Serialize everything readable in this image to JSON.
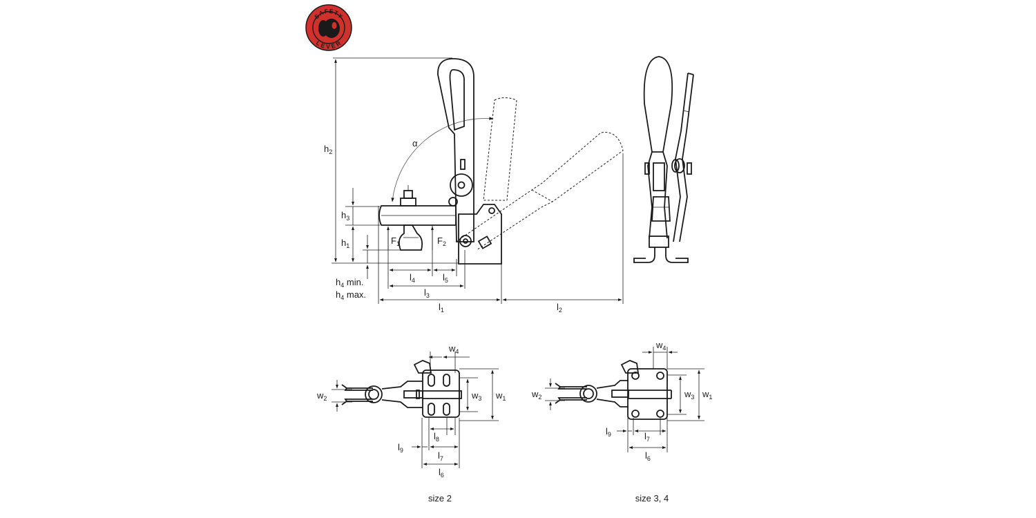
{
  "badge": {
    "top_text": "SAFETY",
    "bottom_text": "LEVER",
    "color": "#d0312d"
  },
  "side_view": {
    "alpha": "α",
    "h2": {
      "main": "h",
      "sub": "2"
    },
    "h3": {
      "main": "h",
      "sub": "3"
    },
    "h1": {
      "main": "h",
      "sub": "1"
    },
    "F1": {
      "main": "F",
      "sub": "1"
    },
    "F2": {
      "main": "F",
      "sub": "2"
    },
    "h4_min": {
      "main": "h",
      "sub": "4",
      "suffix": " min."
    },
    "h4_max": {
      "main": "h",
      "sub": "4",
      "suffix": " max."
    },
    "l4": {
      "main": "l",
      "sub": "4"
    },
    "l5": {
      "main": "l",
      "sub": "5"
    },
    "l3": {
      "main": "l",
      "sub": "3"
    },
    "l1": {
      "main": "l",
      "sub": "1"
    },
    "l2": {
      "main": "l",
      "sub": "2"
    }
  },
  "size2": {
    "caption": "size 2",
    "w4": {
      "main": "w",
      "sub": "4"
    },
    "w2": {
      "main": "w",
      "sub": "2"
    },
    "w3": {
      "main": "w",
      "sub": "3"
    },
    "w1": {
      "main": "w",
      "sub": "1"
    },
    "l8": {
      "main": "l",
      "sub": "8"
    },
    "l9": {
      "main": "l",
      "sub": "9"
    },
    "l7": {
      "main": "l",
      "sub": "7"
    },
    "l6": {
      "main": "l",
      "sub": "6"
    }
  },
  "size34": {
    "caption": "size 3, 4",
    "w4": {
      "main": "w",
      "sub": "4"
    },
    "w2": {
      "main": "w",
      "sub": "2"
    },
    "w3": {
      "main": "w",
      "sub": "3"
    },
    "w1": {
      "main": "w",
      "sub": "1"
    },
    "l9": {
      "main": "l",
      "sub": "9"
    },
    "l7": {
      "main": "l",
      "sub": "7"
    },
    "l6": {
      "main": "l",
      "sub": "6"
    }
  }
}
